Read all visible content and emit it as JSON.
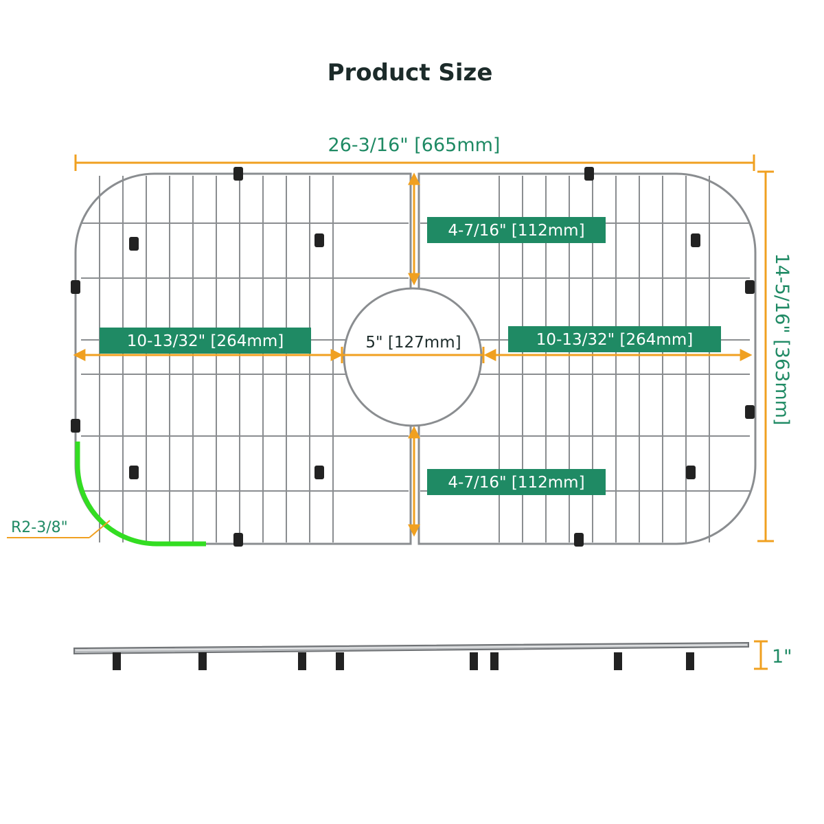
{
  "title": "Product Size",
  "dimensions": {
    "overall_width": "26-3/16\" [665mm]",
    "overall_depth": "14-5/16\" [363mm]",
    "top_center": "4-7/16\" [112mm]",
    "bottom_center": "4-7/16\" [112mm]",
    "left_half": "10-13/32\" [264mm]",
    "right_half": "10-13/32\" [264mm]",
    "drain_hole": "5\" [127mm]",
    "corner_radius": "R2-3/8\"",
    "height": "1\""
  },
  "colors": {
    "dimension_line": "#f0a020",
    "label_fill": "#1f8a64",
    "label_text": "#ffffff",
    "radius_highlight": "#33dd22",
    "wire": "#8a8d90",
    "foot": "#222222",
    "title": "#1c2b2a"
  },
  "icons": {
    "feet": "rubber-foot-icon",
    "grid": "wire-grid"
  }
}
